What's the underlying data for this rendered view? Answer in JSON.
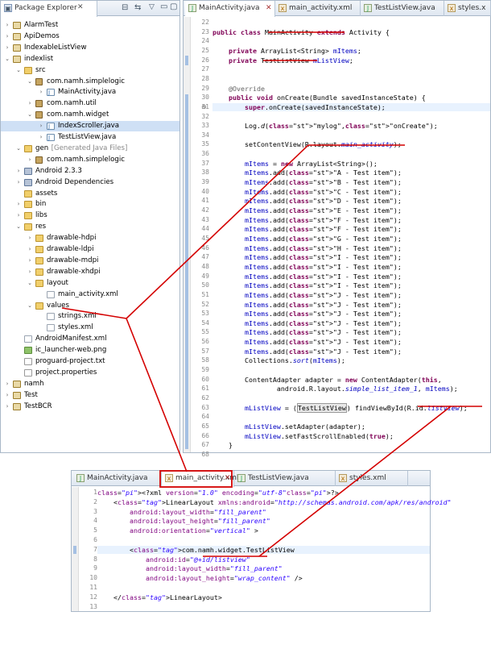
{
  "package_explorer": {
    "title": "Package Explorer",
    "toolbar_icons": [
      "collapse-all-icon",
      "link-with-editor-icon",
      "view-menu-icon",
      "minimize-icon",
      "close-icon"
    ],
    "tree": [
      {
        "label": "AlarmTest",
        "icon": "project",
        "depth": 0,
        "twisty": "closed"
      },
      {
        "label": "ApiDemos",
        "icon": "project",
        "depth": 0,
        "twisty": "closed"
      },
      {
        "label": "IndexableListView",
        "icon": "project",
        "depth": 0,
        "twisty": "closed"
      },
      {
        "label": "indexlist",
        "icon": "project",
        "depth": 0,
        "twisty": "open"
      },
      {
        "label": "src",
        "icon": "folder",
        "depth": 1,
        "twisty": "open"
      },
      {
        "label": "com.namh.simplelogic",
        "icon": "package",
        "depth": 2,
        "twisty": "open"
      },
      {
        "label": "MainActivity.java",
        "icon": "java",
        "depth": 3,
        "twisty": "closed"
      },
      {
        "label": "com.namh.util",
        "icon": "package",
        "depth": 2,
        "twisty": "closed"
      },
      {
        "label": "com.namh.widget",
        "icon": "package",
        "depth": 2,
        "twisty": "open"
      },
      {
        "label": "IndexScroller.java",
        "icon": "java",
        "depth": 3,
        "twisty": "closed",
        "selected": true
      },
      {
        "label": "TestListView.java",
        "icon": "java",
        "depth": 3,
        "twisty": "closed"
      },
      {
        "label": "gen",
        "suffix": "[Generated Java Files]",
        "icon": "folder",
        "depth": 1,
        "twisty": "open"
      },
      {
        "label": "com.namh.simplelogic",
        "icon": "package",
        "depth": 2,
        "twisty": "closed"
      },
      {
        "label": "Android 2.3.3",
        "icon": "library",
        "depth": 1,
        "twisty": "closed"
      },
      {
        "label": "Android Dependencies",
        "icon": "library",
        "depth": 1,
        "twisty": "closed"
      },
      {
        "label": "assets",
        "icon": "folder",
        "depth": 1,
        "twisty": "none"
      },
      {
        "label": "bin",
        "icon": "folder",
        "depth": 1,
        "twisty": "closed"
      },
      {
        "label": "libs",
        "icon": "folder",
        "depth": 1,
        "twisty": "closed"
      },
      {
        "label": "res",
        "icon": "folder",
        "depth": 1,
        "twisty": "open"
      },
      {
        "label": "drawable-hdpi",
        "icon": "folder",
        "depth": 2,
        "twisty": "closed"
      },
      {
        "label": "drawable-ldpi",
        "icon": "folder",
        "depth": 2,
        "twisty": "closed"
      },
      {
        "label": "drawable-mdpi",
        "icon": "folder",
        "depth": 2,
        "twisty": "closed"
      },
      {
        "label": "drawable-xhdpi",
        "icon": "folder",
        "depth": 2,
        "twisty": "closed"
      },
      {
        "label": "layout",
        "icon": "folder",
        "depth": 2,
        "twisty": "open"
      },
      {
        "label": "main_activity.xml",
        "icon": "xml",
        "depth": 3,
        "twisty": "none"
      },
      {
        "label": "values",
        "icon": "folder",
        "depth": 2,
        "twisty": "open"
      },
      {
        "label": "strings.xml",
        "icon": "xml",
        "depth": 3,
        "twisty": "none"
      },
      {
        "label": "styles.xml",
        "icon": "xml",
        "depth": 3,
        "twisty": "none"
      },
      {
        "label": "AndroidManifest.xml",
        "icon": "xml",
        "depth": 1,
        "twisty": "none"
      },
      {
        "label": "ic_launcher-web.png",
        "icon": "image",
        "depth": 1,
        "twisty": "none"
      },
      {
        "label": "proguard-project.txt",
        "icon": "file",
        "depth": 1,
        "twisty": "none"
      },
      {
        "label": "project.properties",
        "icon": "file",
        "depth": 1,
        "twisty": "none"
      },
      {
        "label": "namh",
        "icon": "project",
        "depth": 0,
        "twisty": "closed"
      },
      {
        "label": "Test",
        "icon": "project",
        "depth": 0,
        "twisty": "closed"
      },
      {
        "label": "TestBCR",
        "icon": "project",
        "depth": 0,
        "twisty": "closed"
      }
    ]
  },
  "java_editor": {
    "tabs": [
      {
        "label": "MainActivity.java",
        "icon": "java",
        "active": true
      },
      {
        "label": "main_activity.xml",
        "icon": "xml",
        "active": false
      },
      {
        "label": "TestListView.java",
        "icon": "java",
        "active": false
      },
      {
        "label": "styles.x",
        "icon": "xml",
        "active": false
      }
    ],
    "lines": [
      {
        "n": "22",
        "t": ""
      },
      {
        "n": "23",
        "t": "public class MainActivity extends Activity {"
      },
      {
        "n": "24",
        "t": ""
      },
      {
        "n": "25",
        "t": "    private ArrayList<String> mItems;"
      },
      {
        "n": "26",
        "t": "    private TestListView mListView;"
      },
      {
        "n": "27",
        "t": ""
      },
      {
        "n": "28",
        "t": ""
      },
      {
        "n": "29",
        "t": "    @Override"
      },
      {
        "n": "30",
        "t": "    public void onCreate(Bundle savedInstanceState) {"
      },
      {
        "n": "31",
        "t": "        super.onCreate(savedInstanceState);"
      },
      {
        "n": "32",
        "t": ""
      },
      {
        "n": "33",
        "t": "        Log.d(\"mylog\",\"onCreate\");"
      },
      {
        "n": "34",
        "t": ""
      },
      {
        "n": "35",
        "t": "        setContentView(R.layout.main_activity);"
      },
      {
        "n": "36",
        "t": ""
      },
      {
        "n": "37",
        "t": "        mItems = new ArrayList<String>();"
      },
      {
        "n": "38",
        "t": "        mItems.add(\"A - Test item\");"
      },
      {
        "n": "39",
        "t": "        mItems.add(\"B - Test item\");"
      },
      {
        "n": "40",
        "t": "        mItems.add(\"C - Test item\");"
      },
      {
        "n": "41",
        "t": "        mItems.add(\"D - Test item\");"
      },
      {
        "n": "42",
        "t": "        mItems.add(\"E - Test item\");"
      },
      {
        "n": "43",
        "t": "        mItems.add(\"F - Test item\");"
      },
      {
        "n": "44",
        "t": "        mItems.add(\"F - Test item\");"
      },
      {
        "n": "45",
        "t": "        mItems.add(\"G - Test item\");"
      },
      {
        "n": "46",
        "t": "        mItems.add(\"H - Test item\");"
      },
      {
        "n": "47",
        "t": "        mItems.add(\"I - Test item\");"
      },
      {
        "n": "48",
        "t": "        mItems.add(\"I - Test item\");"
      },
      {
        "n": "49",
        "t": "        mItems.add(\"I - Test item\");"
      },
      {
        "n": "50",
        "t": "        mItems.add(\"I - Test item\");"
      },
      {
        "n": "51",
        "t": "        mItems.add(\"J - Test item\");"
      },
      {
        "n": "52",
        "t": "        mItems.add(\"J - Test item\");"
      },
      {
        "n": "53",
        "t": "        mItems.add(\"J - Test item\");"
      },
      {
        "n": "54",
        "t": "        mItems.add(\"J - Test item\");"
      },
      {
        "n": "55",
        "t": "        mItems.add(\"J - Test item\");"
      },
      {
        "n": "56",
        "t": "        mItems.add(\"J - Test item\");"
      },
      {
        "n": "57",
        "t": "        mItems.add(\"J - Test item\");"
      },
      {
        "n": "58",
        "t": "        Collections.sort(mItems);"
      },
      {
        "n": "59",
        "t": ""
      },
      {
        "n": "60",
        "t": "        ContentAdapter adapter = new ContentAdapter(this,"
      },
      {
        "n": "61",
        "t": "                android.R.layout.simple_list_item_1, mItems);"
      },
      {
        "n": "62",
        "t": ""
      },
      {
        "n": "63",
        "t": "        mListView = (TestListView) findViewById(R.id.listview);"
      },
      {
        "n": "64",
        "t": ""
      },
      {
        "n": "65",
        "t": "        mListView.setAdapter(adapter);"
      },
      {
        "n": "66",
        "t": "        mListView.setFastScrollEnabled(true);"
      },
      {
        "n": "67",
        "t": "    }"
      },
      {
        "n": "68",
        "t": ""
      }
    ]
  },
  "xml_editor": {
    "tabs": [
      {
        "label": "MainActivity.java",
        "icon": "java",
        "active": false
      },
      {
        "label": "main_activity.xml",
        "icon": "xml",
        "active": true
      },
      {
        "label": "TestListView.java",
        "icon": "java",
        "active": false
      },
      {
        "label": "styles.xml",
        "icon": "xml",
        "active": false
      }
    ],
    "lines": [
      {
        "n": "1",
        "t": "<?xml version=\"1.0\" encoding=\"utf-8\"?>"
      },
      {
        "n": "2",
        "t": "    <LinearLayout xmlns:android=\"http://schemas.android.com/apk/res/android\""
      },
      {
        "n": "3",
        "t": "        android:layout_width=\"fill_parent\""
      },
      {
        "n": "4",
        "t": "        android:layout_height=\"fill_parent\""
      },
      {
        "n": "5",
        "t": "        android:orientation=\"vertical\" >"
      },
      {
        "n": "6",
        "t": ""
      },
      {
        "n": "7",
        "t": "        <com.namh.widget.TestListView"
      },
      {
        "n": "8",
        "t": "            android:id=\"@+id/listview\""
      },
      {
        "n": "9",
        "t": "            android:layout_width=\"fill_parent\""
      },
      {
        "n": "10",
        "t": "            android:layout_height=\"wrap_content\" />"
      },
      {
        "n": "11",
        "t": ""
      },
      {
        "n": "12",
        "t": "    </LinearLayout>"
      },
      {
        "n": "13",
        "t": ""
      }
    ]
  },
  "colors": {
    "annotation_red": "#d40000",
    "selection_blue": "#cfe0f5",
    "current_line": "#e8f2fe"
  }
}
